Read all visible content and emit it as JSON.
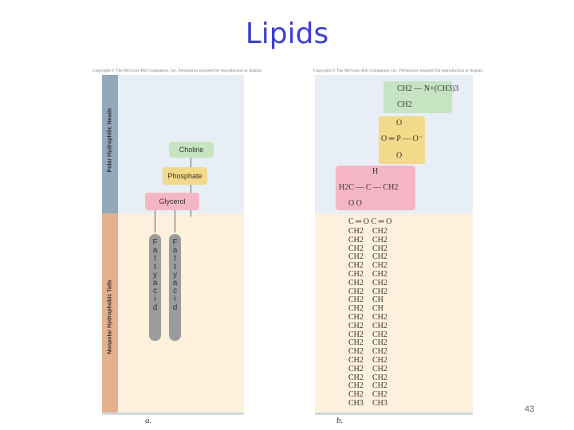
{
  "slide": {
    "title": "Lipids",
    "page_number": "43"
  },
  "panel_a": {
    "copyright": "Copyright © The McGraw-Hill Companies, Inc. Permission required for reproduction or display.",
    "side_top_label": "Polar Hydrophilic Heads",
    "side_bottom_label": "Nonpolar Hydrophobic Tails",
    "choline": "Choline",
    "phosphate": "Phosphate",
    "glycerol": "Glycerol",
    "tail_letters": [
      "F",
      "a",
      "t",
      "t",
      "y",
      "a",
      "c",
      "i",
      "d"
    ],
    "caption": "a."
  },
  "panel_b": {
    "copyright": "Copyright © The McGraw-Hill Companies, Inc. Permission required for reproduction or display.",
    "choline_top": "CH2 — N+(CH3)3",
    "choline_ch2": "CH2",
    "phos_o_top": "O",
    "phos_mid": "O ═ P — O⁻",
    "phos_o_bot": "O",
    "gly_h": "H",
    "gly_row": "H2C — C — CH2",
    "gly_o": "O          O",
    "carbonyl": "C ═ O  C ═ O",
    "left_chain": [
      "CH2",
      "CH2",
      "CH2",
      "CH2",
      "CH2",
      "CH2",
      "CH2",
      "CH2",
      "CH2",
      "CH2",
      "CH2",
      "CH2",
      "CH2",
      "CH2",
      "CH2",
      "CH2",
      "CH2",
      "CH2",
      "CH2",
      "CH2",
      "CH3"
    ],
    "right_chain": [
      "CH2",
      "CH2",
      "CH2",
      "CH2",
      "CH2",
      "CH2",
      "CH2",
      "CH2",
      "CH",
      "CH",
      "CH2",
      "CH2",
      "CH2",
      "CH2",
      "CH2",
      "CH2",
      "CH2",
      "CH2",
      "CH2",
      "CH2",
      "CH3"
    ],
    "caption": "b."
  },
  "colors": {
    "title": "#3c3fd0",
    "choline": "#c6e4c2",
    "phosphate": "#f3d98a",
    "glycerol": "#f4b6c4"
  }
}
